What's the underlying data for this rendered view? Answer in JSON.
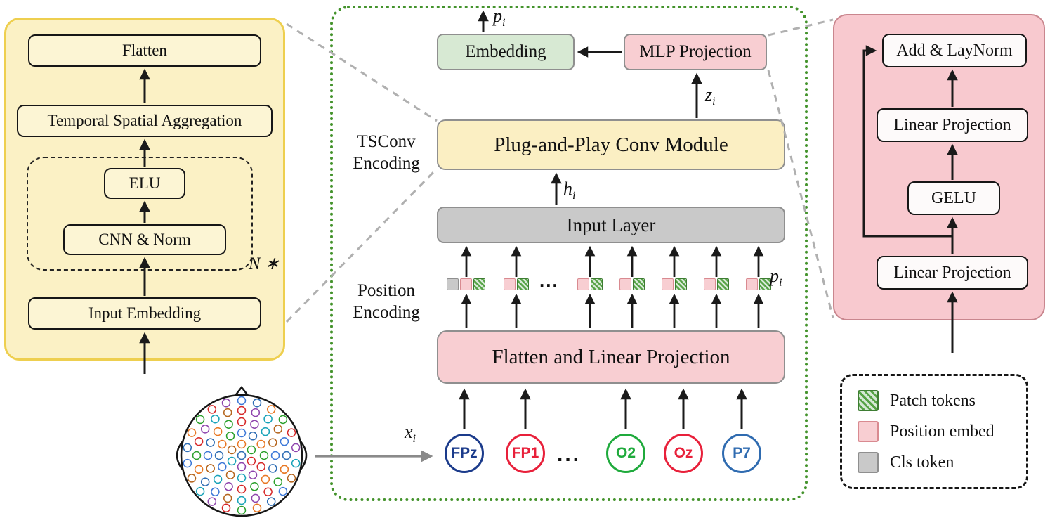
{
  "panels": {
    "left": {
      "blocks": {
        "flatten": "Flatten",
        "tsa": "Temporal Spatial Aggregation",
        "elu": "ELU",
        "cnn": "CNN & Norm",
        "input_embedding": "Input Embedding"
      },
      "repeat_label": "N ∗"
    },
    "center": {
      "embedding": "Embedding",
      "mlp_projection": "MLP Projection",
      "conv_module": "Plug-and-Play Conv Module",
      "input_layer": "Input Layer",
      "flatten_projection": "Flatten and Linear Projection",
      "tsconv_label_line1": "TSConv",
      "tsconv_label_line2": "Encoding",
      "position_label_line1": "Position",
      "position_label_line2": "Encoding"
    },
    "right": {
      "blocks": {
        "add_norm": "Add & LayNorm",
        "linear_top": "Linear Projection",
        "gelu": "GELU",
        "linear_bottom": "Linear Projection"
      }
    }
  },
  "math": {
    "p_top": {
      "base": "p",
      "sub": "i"
    },
    "z": {
      "base": "z",
      "sub": "i"
    },
    "h": {
      "base": "h",
      "sub": "i"
    },
    "p_tokens": {
      "base": "p",
      "sub": "i"
    },
    "x": {
      "base": "x",
      "sub": "i"
    }
  },
  "channels": [
    {
      "label": "FPz",
      "color": "#1b3b8b"
    },
    {
      "label": "FP1",
      "color": "#e8203a"
    },
    {
      "label": "...",
      "color": "#111111"
    },
    {
      "label": "O2",
      "color": "#1faa3c"
    },
    {
      "label": "Oz",
      "color": "#e8203a"
    },
    {
      "label": "P7",
      "color": "#2f6bb0"
    }
  ],
  "tokens": {
    "ellipsis": "...",
    "groups": [
      [
        "cls",
        "pos",
        "patch"
      ],
      [
        "pos",
        "patch"
      ],
      [
        "ellipsis"
      ],
      [
        "pos",
        "patch"
      ],
      [
        "pos",
        "patch"
      ],
      [
        "pos",
        "patch"
      ],
      [
        "pos",
        "patch"
      ],
      [
        "pos",
        "patch"
      ]
    ]
  },
  "legend": {
    "items": [
      {
        "label": "Patch tokens",
        "type": "patch"
      },
      {
        "label": "Position embed",
        "type": "pos"
      },
      {
        "label": "Cls token",
        "type": "cls"
      }
    ]
  },
  "montage": {
    "palette": [
      "#2e6db4",
      "#e87722",
      "#2ba02b",
      "#d62728",
      "#8e44ad",
      "#17a2b8",
      "#b5651d",
      "#3c78d8"
    ]
  },
  "colors": {
    "panel_yellow": "#fbf1c5",
    "yellow_border": "#eecf4f",
    "block_yellow": "#fcf5d4",
    "box_yellow": "#fbefc3",
    "panel_pink": "#f8c9cf",
    "pink_border": "#c9868e",
    "box_pink": "#f8ced2",
    "box_green": "#d7e9d3",
    "box_gray": "#c9c9c9",
    "center_border_green": "#44932c",
    "patch_fill": "#d5e8d4",
    "patch_stripe": "#56a345",
    "patch_border": "#3e7d33",
    "pos_fill": "#f8ced2",
    "pos_border": "#d98a90",
    "cls_fill": "#c9c9c9",
    "cls_border": "#8f8f8f",
    "arrow": "#1a1a1a",
    "connector_gray": "#b0b0b0"
  }
}
